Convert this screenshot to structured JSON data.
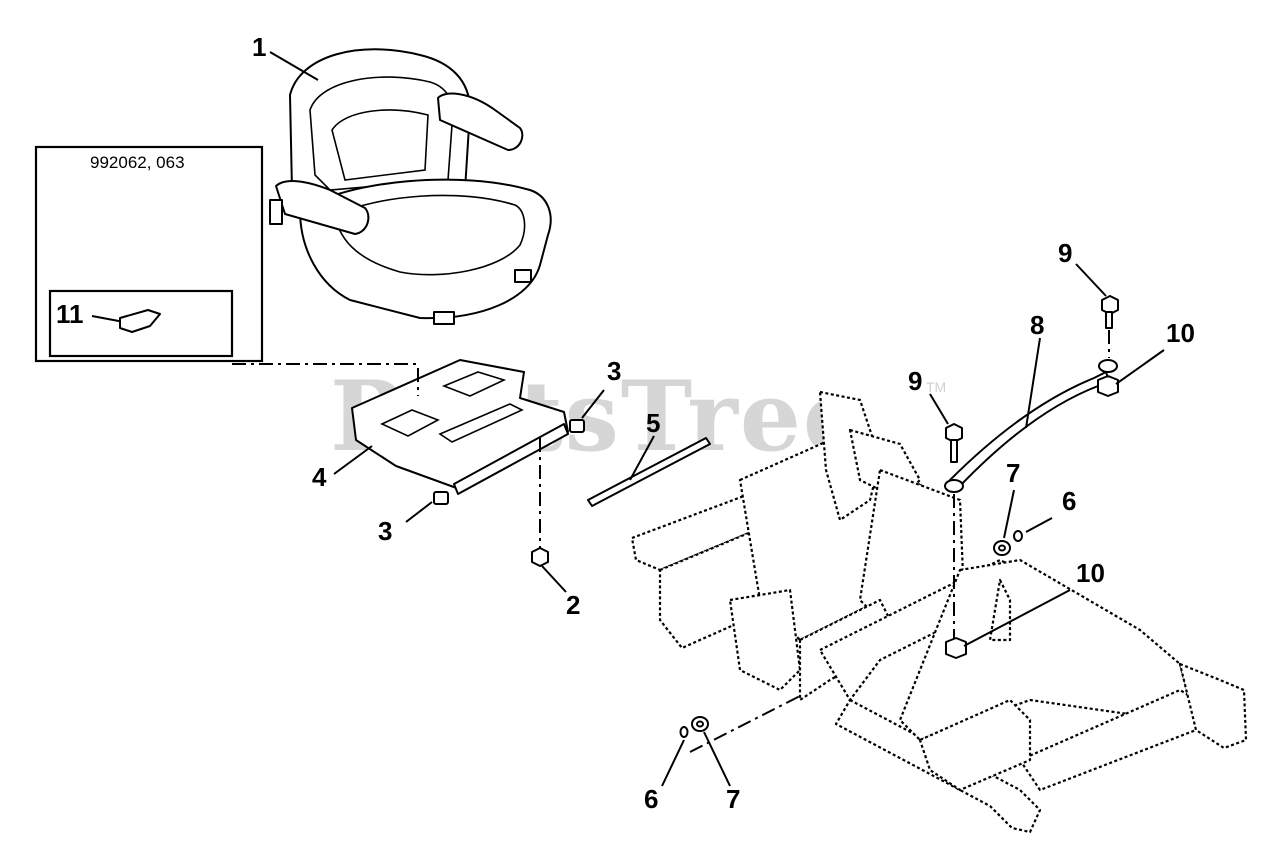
{
  "watermark": {
    "text": "PartsTree",
    "trademark": "TM"
  },
  "inset": {
    "title": "992062, 063",
    "callout": "11"
  },
  "callouts": {
    "seat": "1",
    "nut_2": "2",
    "bushing_3_top": "3",
    "bushing_3_left": "3",
    "seat_plate": "4",
    "pivot_rod": "5",
    "clip_6_right": "6",
    "clip_6_bottom": "6",
    "washer_7_right": "7",
    "washer_7_bottom": "7",
    "seat_rod": "8",
    "bolt_9_top": "9",
    "bolt_9_mid": "9",
    "nut_10_top": "10",
    "nut_10_bottom": "10"
  },
  "colors": {
    "line": "#000000",
    "background": "#ffffff",
    "watermark": "#d6d6d6"
  }
}
